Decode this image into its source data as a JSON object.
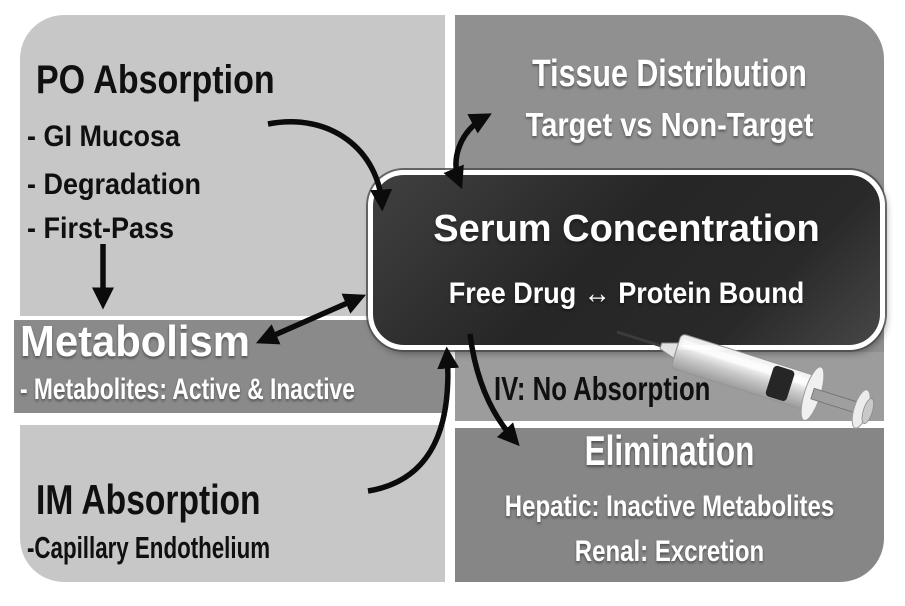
{
  "colors": {
    "background": "#ffffff",
    "quad_light_gray": "#c7c7c7",
    "tissue_gray": "#909090",
    "metabolism_band_gray": "#8a8a8a",
    "iv_band_gray": "#9c9c9c",
    "elimination_gray": "#868686",
    "serum_box_fill": "#2b2b2b",
    "serum_box_border": "#ffffff",
    "arrow_color": "#0b0b0b",
    "dark_text": "#101010",
    "light_text": "#ffffff"
  },
  "panels": {
    "po_absorption": {
      "title": "PO Absorption",
      "items": [
        "- GI Mucosa",
        "- Degradation",
        "- First-Pass"
      ]
    },
    "metabolism": {
      "title": "Metabolism",
      "subtitle": "- Metabolites: Active & Inactive"
    },
    "im_absorption": {
      "title": "IM Absorption",
      "subtitle": "-Capillary Endothelium"
    },
    "tissue_distribution": {
      "title": "Tissue Distribution",
      "subtitle": "Target vs Non-Target"
    },
    "serum_concentration": {
      "title": "Serum Concentration",
      "subtitle": "Free Drug ↔ Protein Bound"
    },
    "iv": {
      "label": "IV: No Absorption"
    },
    "elimination": {
      "title": "Elimination",
      "lines": [
        "Hepatic: Inactive Metabolites",
        "Renal: Excretion"
      ]
    }
  },
  "icons": {
    "syringe": "syringe-icon"
  },
  "connections": [
    {
      "from": "PO Absorption",
      "to": "Serum Concentration",
      "type": "curved-arrow"
    },
    {
      "from": "PO Absorption (First-Pass)",
      "to": "Metabolism",
      "type": "straight-arrow"
    },
    {
      "from": "Serum Concentration",
      "to": "Metabolism",
      "type": "double-headed-arrow"
    },
    {
      "from": "Serum Concentration",
      "to": "Tissue Distribution",
      "type": "double-headed-arrow"
    },
    {
      "from": "IM Absorption",
      "to": "Serum Concentration",
      "type": "curved-arrow"
    },
    {
      "from": "Serum Concentration",
      "to": "Elimination",
      "type": "curved-arrow"
    }
  ]
}
